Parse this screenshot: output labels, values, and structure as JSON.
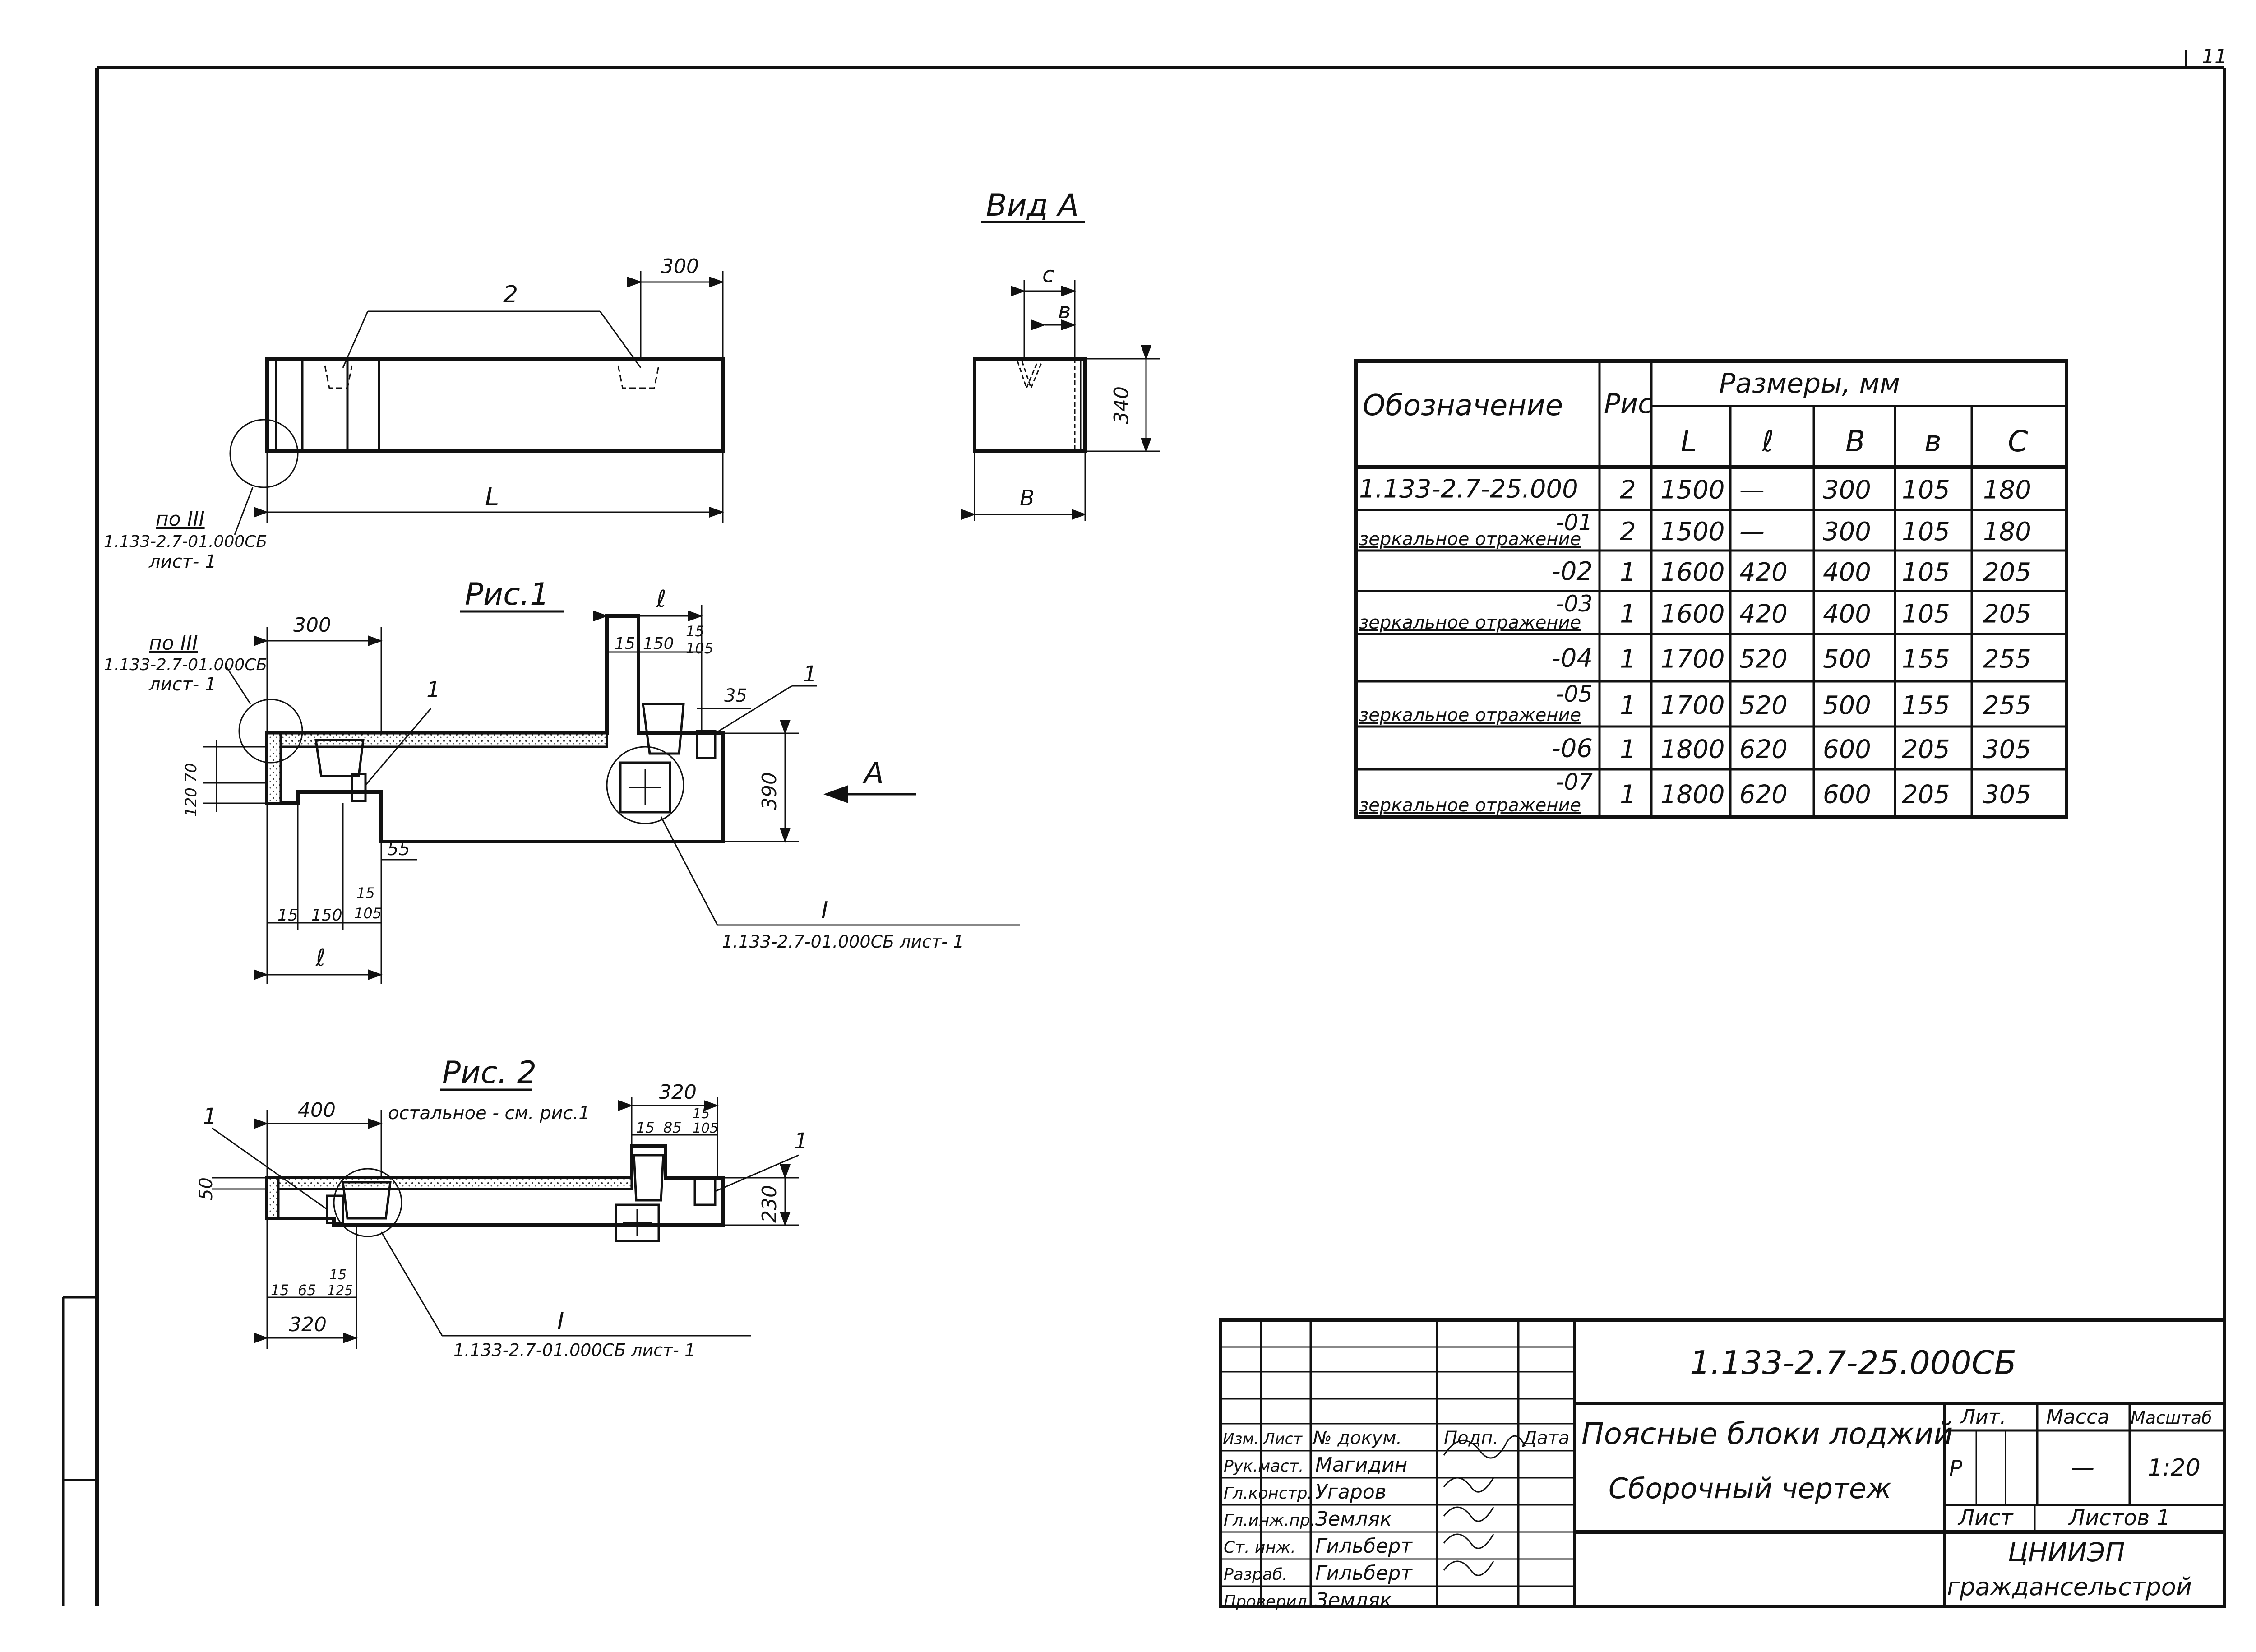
{
  "sheet": {
    "corner_number": "11"
  },
  "view_a": {
    "title": "Вид А",
    "dim_c": "с",
    "dim_b_small": "в",
    "dim_height": "340",
    "dim_b": "В"
  },
  "top_view": {
    "dim_300": "300",
    "leader_2": "2",
    "dim_L": "L",
    "ref_po": "по III",
    "ref_doc": "1.133-2.7-01.000СБ",
    "ref_sheet": "лист- 1"
  },
  "fig1": {
    "title": "Рис.1",
    "dim_300": "300",
    "dim_l_top": "ℓ",
    "dims_top": [
      "15",
      "150",
      "15",
      "105"
    ],
    "dim_35": "35",
    "leader_1a": "1",
    "leader_1b": "1",
    "dim_390": "390",
    "arrow_label": "А",
    "dims_left": "120 70",
    "dim_55": "55",
    "dims_bottom": [
      "15",
      "150",
      "15",
      "105"
    ],
    "dim_l_bottom": "ℓ",
    "ref_po": "по III",
    "ref_doc": "1.133-2.7-01.000СБ",
    "ref_sheet": "лист- 1",
    "detail_mark": "I",
    "detail_ref": "1.133-2.7-01.000СБ лист- 1"
  },
  "fig2": {
    "title": "Рис. 2",
    "subtitle": "остальное - см. рис.1",
    "dim_400": "400",
    "leader_1a": "1",
    "dim_50": "50",
    "dim_320_top": "320",
    "dims_top": [
      "15",
      "85",
      "15",
      "105"
    ],
    "leader_1b": "1",
    "dim_230": "230",
    "dims_bottom": [
      "15",
      "65",
      "15",
      "125"
    ],
    "dim_320_bottom": "320",
    "detail_mark": "I",
    "detail_ref": "1.133-2.7-01.000СБ лист- 1"
  },
  "spec_table": {
    "header_designation": "Обозначение",
    "header_fig": "Рис",
    "header_sizes": "Размеры, мм",
    "sub_headers": [
      "L",
      "ℓ",
      "В",
      "в",
      "С"
    ],
    "rows": [
      {
        "designation": "1.133-2.7-25.000",
        "note": "",
        "fig": "2",
        "L": "1500",
        "l": "—",
        "B": "300",
        "b": "105",
        "C": "180"
      },
      {
        "designation": "-01",
        "note": "зеркальное отражение",
        "fig": "2",
        "L": "1500",
        "l": "—",
        "B": "300",
        "b": "105",
        "C": "180"
      },
      {
        "designation": "-02",
        "note": "",
        "fig": "1",
        "L": "1600",
        "l": "420",
        "B": "400",
        "b": "105",
        "C": "205"
      },
      {
        "designation": "-03",
        "note": "зеркальное отражение",
        "fig": "1",
        "L": "1600",
        "l": "420",
        "B": "400",
        "b": "105",
        "C": "205"
      },
      {
        "designation": "-04",
        "note": "",
        "fig": "1",
        "L": "1700",
        "l": "520",
        "B": "500",
        "b": "155",
        "C": "255"
      },
      {
        "designation": "-05",
        "note": "зеркальное отражение",
        "fig": "1",
        "L": "1700",
        "l": "520",
        "B": "500",
        "b": "155",
        "C": "255"
      },
      {
        "designation": "-06",
        "note": "",
        "fig": "1",
        "L": "1800",
        "l": "620",
        "B": "600",
        "b": "205",
        "C": "305"
      },
      {
        "designation": "-07",
        "note": "зеркальное отражение",
        "fig": "1",
        "L": "1800",
        "l": "620",
        "B": "600",
        "b": "205",
        "C": "305"
      }
    ]
  },
  "title_block": {
    "doc_number": "1.133-2.7-25.000СБ",
    "title_line1": "Поясные блоки лоджий",
    "title_line2": "Сборочный чертеж",
    "col_headers": [
      "Изм.",
      "Лист",
      "№ докум.",
      "Подп.",
      "Дата"
    ],
    "people": [
      {
        "role": "Рук.маст.",
        "name": "Магидин"
      },
      {
        "role": "Гл.констр.",
        "name": "Угаров"
      },
      {
        "role": "Гл.инж.пр.",
        "name": "Земляк"
      },
      {
        "role": "Ст. инж.",
        "name": "Гильберт"
      },
      {
        "role": "Разраб.",
        "name": "Гильберт"
      },
      {
        "role": "Проверил",
        "name": "Земляк"
      }
    ],
    "lit_label": "Лит.",
    "mass_label": "Масса",
    "scale_label": "Масштаб",
    "lit_value": "Р",
    "mass_value": "—",
    "scale_value": "1:20",
    "sheet_label": "Лист",
    "sheets_label": "Листов 1",
    "org_line1": "ЦНИИЭП",
    "org_line2": "граждансельстрой"
  }
}
